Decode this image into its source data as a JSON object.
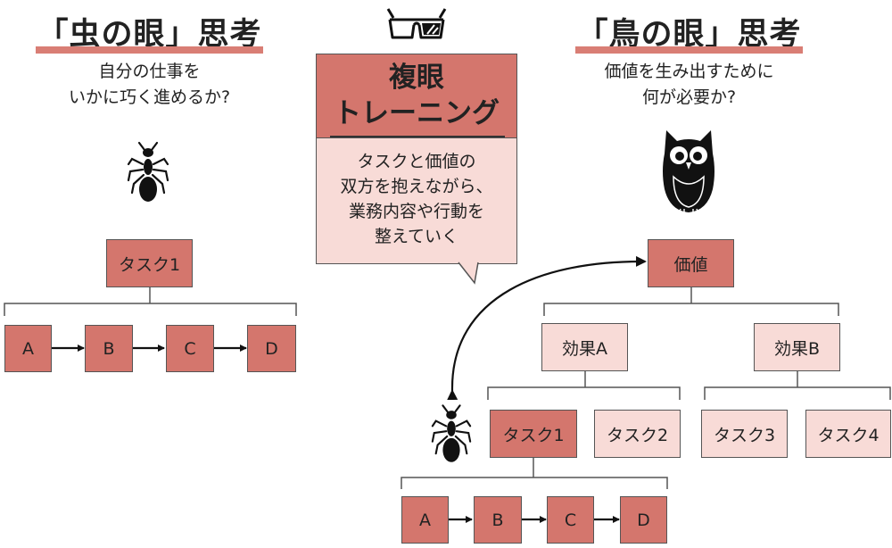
{
  "left": {
    "title": "「虫の眼」思考",
    "subtitle_lines": [
      "自分の仕事を",
      "いかに巧く進めるか?"
    ],
    "task": "タスク1",
    "steps": [
      "A",
      "B",
      "C",
      "D"
    ]
  },
  "center": {
    "icon": "glasses-icon",
    "heading_lines": [
      "複眼",
      "トレーニング"
    ],
    "body_lines": [
      "タスクと価値の",
      "双方を抱えながら、",
      "業務内容や行動を",
      "整えていく"
    ]
  },
  "right": {
    "title": "「鳥の眼」思考",
    "subtitle_lines": [
      "価値を生み出すために",
      "何が必要か?"
    ],
    "value": "価値",
    "effects": [
      "効果A",
      "効果B"
    ],
    "tasks": [
      "タスク1",
      "タスク2",
      "タスク3",
      "タスク4"
    ],
    "steps": [
      "A",
      "B",
      "C",
      "D"
    ]
  },
  "colors": {
    "accent_dark": "#d4766d",
    "accent_light": "#f8dbd7",
    "underline": "#d97e75"
  }
}
